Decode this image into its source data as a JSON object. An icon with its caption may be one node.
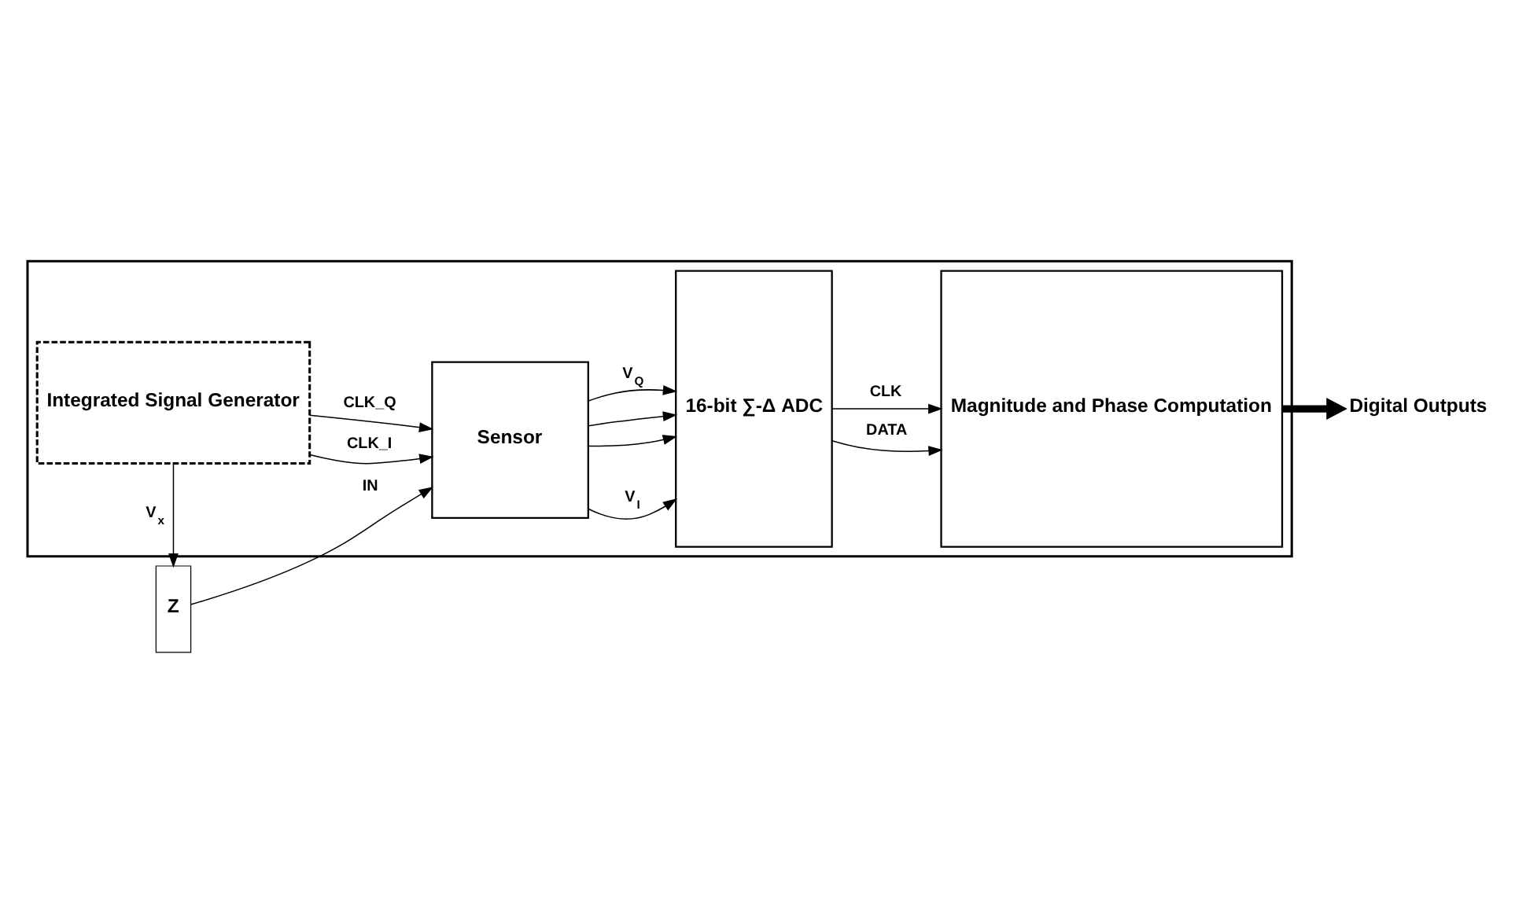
{
  "diagram": {
    "nodes": [
      {
        "text": [],
        "shape": "box"
      },
      {
        "text": [
          "Integrated Signal Generator"
        ],
        "in": 0
      },
      {
        "text": [
          "Z"
        ]
      },
      {
        "text": [
          "Sensor"
        ],
        "in": 0
      },
      {
        "text": [
          "16-bit ∑-Δ ADC"
        ],
        "in": 0
      },
      {
        "text": [
          "Magnitude and Phase Computation"
        ],
        "in": 0
      },
      {
        "text": [
          "Digital Outputs"
        ]
      }
    ],
    "edges": [
      {
        "from": 1,
        "to": 2,
        "arrow": "to",
        "label": "V$_{x}$"
      },
      {
        "from": 2,
        "to": 3,
        "arrow": "to",
        "label": "IN"
      },
      {
        "from": 1,
        "to": 3,
        "arrow": "to",
        "label": "CLK_I"
      },
      {
        "from": 1,
        "to": 3,
        "arrow": "to",
        "label": "CLK_Q"
      },
      {
        "from": 3,
        "to": 4,
        "arrow": "to",
        "label": "V$_{I}$"
      },
      {
        "from": 3,
        "to": 4,
        "arrow": "to"
      },
      {
        "from": 3,
        "to": 4,
        "arrow": "to"
      },
      {
        "from": 3,
        "to": 4,
        "arrow": "to",
        "label": "V$_{Q}$"
      },
      {
        "from": 4,
        "to": 5,
        "arrow": "to",
        "label": "DATA"
      },
      {
        "from": 4,
        "to": 5,
        "arrow": "to",
        "label": "CLK"
      },
      {
        "from": 5,
        "to": 6,
        "arrow": "to",
        "style": "thick"
      }
    ]
  }
}
